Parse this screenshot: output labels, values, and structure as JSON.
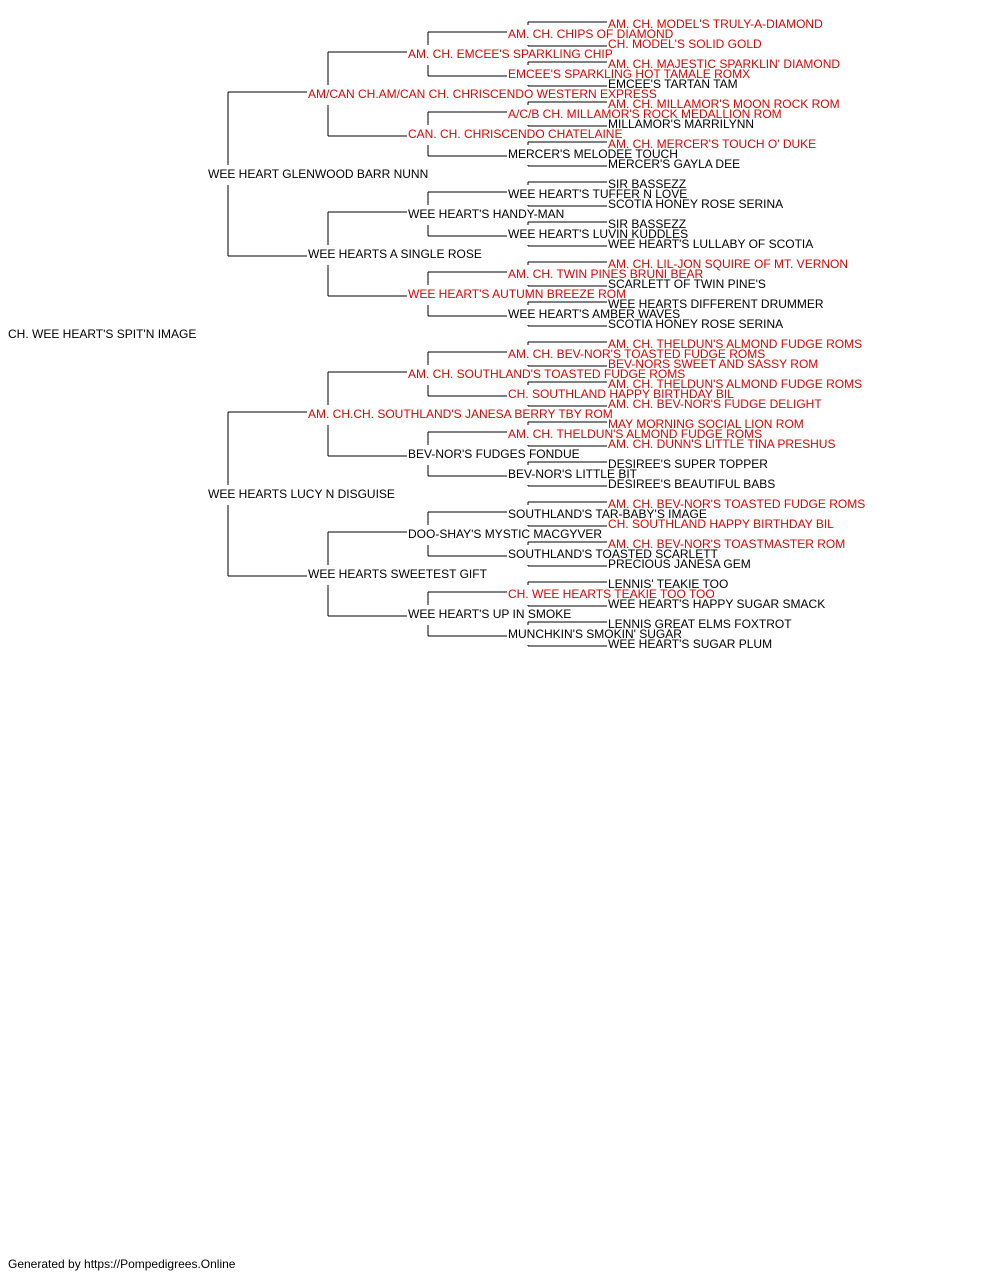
{
  "colors": {
    "champion": "#e60000",
    "normal": "#000000",
    "connector": "#000000"
  },
  "subject": {
    "name": "CH. WEE HEART'S SPIT'N IMAGE",
    "champion": false
  },
  "generations": [
    [
      {
        "name": "WEE HEART GLENWOOD BARR NUNN",
        "champion": false
      },
      {
        "name": "WEE HEARTS LUCY N DISGUISE",
        "champion": false
      }
    ],
    [
      {
        "name": "AM/CAN CH.AM/CAN CH. CHRISCENDO WESTERN EXPRESS",
        "champion": true
      },
      {
        "name": "WEE HEARTS A SINGLE ROSE",
        "champion": false
      },
      {
        "name": "AM. CH.CH. SOUTHLAND'S JANESA BERRY TBY ROM",
        "champion": true
      },
      {
        "name": "WEE HEARTS SWEETEST GIFT",
        "champion": false
      }
    ],
    [
      {
        "name": "AM. CH. EMCEE'S SPARKLING CHIP",
        "champion": true
      },
      {
        "name": "CAN. CH. CHRISCENDO CHATELAINE",
        "champion": true
      },
      {
        "name": "WEE HEART'S HANDY-MAN",
        "champion": false
      },
      {
        "name": "WEE HEART'S AUTUMN BREEZE ROM",
        "champion": true
      },
      {
        "name": "AM. CH. SOUTHLAND'S TOASTED FUDGE ROMS",
        "champion": true
      },
      {
        "name": "BEV-NOR'S FUDGES FONDUE",
        "champion": false
      },
      {
        "name": "DOO-SHAY'S MYSTIC MACGYVER",
        "champion": false
      },
      {
        "name": "WEE HEART'S UP IN SMOKE",
        "champion": false
      }
    ],
    [
      {
        "name": "AM. CH. CHIPS OF DIAMOND",
        "champion": true
      },
      {
        "name": "EMCEE'S SPARKLING HOT TAMALE ROMX",
        "champion": true
      },
      {
        "name": "A/C/B CH. MILLAMOR'S ROCK MEDALLION ROM",
        "champion": true
      },
      {
        "name": "MERCER'S MELODEE TOUCH",
        "champion": false
      },
      {
        "name": "WEE HEART'S TUFFER N LOVE",
        "champion": false
      },
      {
        "name": "WEE HEART'S LUVIN KUDDLES",
        "champion": false
      },
      {
        "name": "AM. CH. TWIN PINES BRUNI BEAR",
        "champion": true
      },
      {
        "name": "WEE HEART'S AMBER WAVES",
        "champion": false
      },
      {
        "name": "AM. CH. BEV-NOR'S TOASTED FUDGE ROMS",
        "champion": true
      },
      {
        "name": "CH. SOUTHLAND HAPPY BIRTHDAY BIL",
        "champion": true
      },
      {
        "name": "AM. CH. THELDUN'S ALMOND FUDGE ROMS",
        "champion": true
      },
      {
        "name": "BEV-NOR'S LITTLE BIT",
        "champion": false
      },
      {
        "name": "SOUTHLAND'S TAR-BABY'S IMAGE",
        "champion": false
      },
      {
        "name": "SOUTHLAND'S TOASTED SCARLETT",
        "champion": false
      },
      {
        "name": "CH. WEE HEARTS TEAKIE TOO TOO",
        "champion": true
      },
      {
        "name": "MUNCHKIN'S SMOKIN' SUGAR",
        "champion": false
      }
    ],
    [
      {
        "name": "AM. CH. MODEL'S TRULY-A-DIAMOND",
        "champion": true
      },
      {
        "name": "CH. MODEL'S SOLID GOLD",
        "champion": true
      },
      {
        "name": "AM. CH. MAJESTIC SPARKLIN' DIAMOND",
        "champion": true
      },
      {
        "name": "EMCEE'S TARTAN TAM",
        "champion": false
      },
      {
        "name": "AM. CH. MILLAMOR'S MOON ROCK ROM",
        "champion": true
      },
      {
        "name": "MILLAMOR'S MARRILYNN",
        "champion": false
      },
      {
        "name": "AM. CH. MERCER'S TOUCH O' DUKE",
        "champion": true
      },
      {
        "name": "MERCER'S GAYLA DEE",
        "champion": false
      },
      {
        "name": "SIR BASSEZZ",
        "champion": false
      },
      {
        "name": "SCOTIA HONEY ROSE SERINA",
        "champion": false
      },
      {
        "name": "SIR BASSEZZ",
        "champion": false
      },
      {
        "name": "WEE HEART'S LULLABY OF SCOTIA",
        "champion": false
      },
      {
        "name": "AM. CH. LIL-JON SQUIRE OF MT. VERNON",
        "champion": true
      },
      {
        "name": "SCARLETT OF TWIN PINE'S",
        "champion": false
      },
      {
        "name": "WEE HEARTS DIFFERENT DRUMMER",
        "champion": false
      },
      {
        "name": "SCOTIA HONEY ROSE SERINA",
        "champion": false
      },
      {
        "name": "AM. CH. THELDUN'S ALMOND FUDGE ROMS",
        "champion": true
      },
      {
        "name": "BEV-NORS SWEET AND SASSY ROM",
        "champion": true
      },
      {
        "name": "AM. CH. THELDUN'S ALMOND FUDGE ROMS",
        "champion": true
      },
      {
        "name": "AM. CH. BEV-NOR'S FUDGE DELIGHT",
        "champion": true
      },
      {
        "name": "MAY MORNING SOCIAL LION ROM",
        "champion": true
      },
      {
        "name": "AM. CH. DUNN'S LITTLE TINA PRESHUS",
        "champion": true
      },
      {
        "name": "DESIREE'S SUPER TOPPER",
        "champion": false
      },
      {
        "name": "DESIREE'S BEAUTIFUL BABS",
        "champion": false
      },
      {
        "name": "AM. CH. BEV-NOR'S TOASTED FUDGE ROMS",
        "champion": true
      },
      {
        "name": "CH. SOUTHLAND HAPPY BIRTHDAY BIL",
        "champion": true
      },
      {
        "name": "AM. CH. BEV-NOR'S TOASTMASTER ROM",
        "champion": true
      },
      {
        "name": "PRECIOUS JANESA GEM",
        "champion": false
      },
      {
        "name": "LENNIS' TEAKIE TOO",
        "champion": false
      },
      {
        "name": "WEE HEART'S HAPPY SUGAR SMACK",
        "champion": false
      },
      {
        "name": "LENNIS GREAT ELMS FOXTROT",
        "champion": false
      },
      {
        "name": "WEE HEART'S SUGAR PLUM",
        "champion": false
      }
    ]
  ],
  "footer": "Generated by https://Pompedigrees.Online"
}
